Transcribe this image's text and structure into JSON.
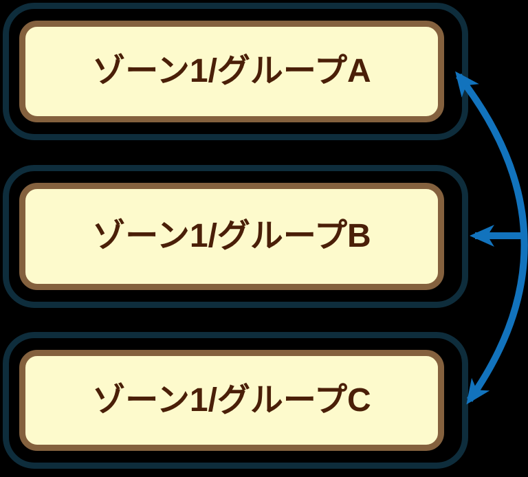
{
  "diagram": {
    "boxes": [
      {
        "id": "A",
        "label": "ゾーン1/グループA"
      },
      {
        "id": "B",
        "label": "ゾーン1/グループB"
      },
      {
        "id": "C",
        "label": "ゾーン1/グループC"
      }
    ],
    "arrows": {
      "curved_between": [
        "ゾーン1/グループA",
        "ゾーン1/グループC"
      ],
      "straight_to": "ゾーン1/グループB"
    }
  },
  "colors": {
    "canvas-bg": "#000000",
    "outer-border": "#0e2d3c",
    "inner-border": "#84613e",
    "inner-fill": "#fdfacc",
    "label-text": "#4a1f08",
    "arrow": "#1273bd"
  }
}
